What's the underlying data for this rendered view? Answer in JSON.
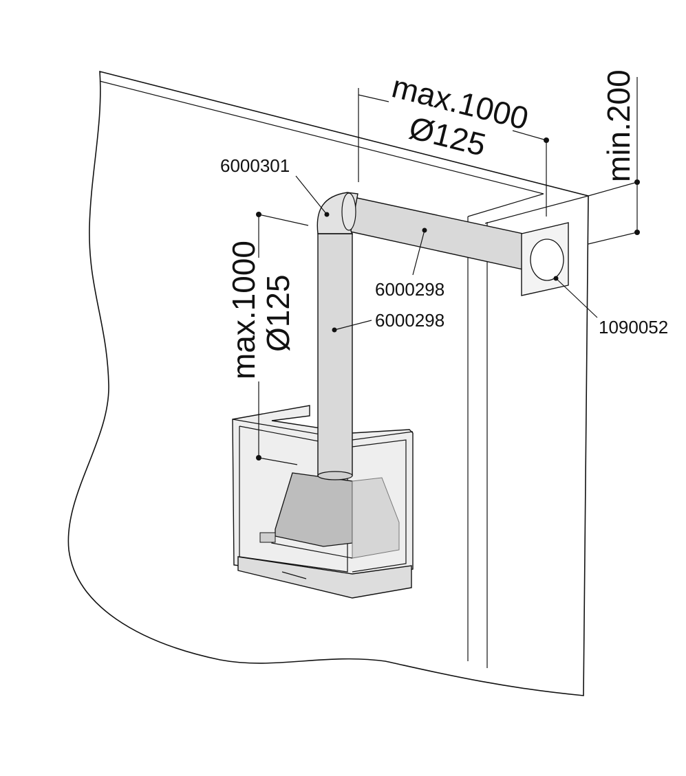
{
  "labels": {
    "elbow_part_no": "6000301",
    "horizontal_pipe_part_no": "6000298",
    "vertical_pipe_part_no": "6000298",
    "wall_outlet_part_no": "1090052"
  },
  "dimensions": {
    "horizontal_max": "max.1000",
    "horizontal_diameter": "Ø125",
    "vertical_max": "max.1000",
    "vertical_diameter": "Ø125",
    "outlet_min": "min.200"
  },
  "colors": {
    "line": "#111111",
    "pipe_fill": "#d9d9d9",
    "glass_fill": "#eeeeee",
    "hood_fill": "#bdbdbd",
    "hood_dark": "#9e9e9e"
  }
}
